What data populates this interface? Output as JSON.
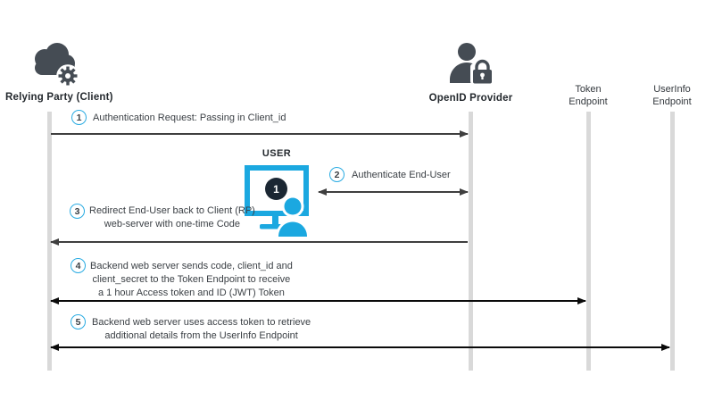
{
  "diagram": {
    "type": "sequence-diagram",
    "topic": "OpenID Connect authentication flow",
    "actors": [
      {
        "name": "Relying Party (Client)",
        "icon": "cloud-gear-icon"
      },
      {
        "name": "OpenID Provider",
        "icon": "user-lock-icon"
      },
      {
        "name": "Token\nEndpoint",
        "icon": null
      },
      {
        "name": "UserInfo\nEndpoint",
        "icon": null
      }
    ],
    "user": {
      "label": "USER",
      "icon": "monitor-user-icon",
      "badge": "1"
    },
    "steps": [
      {
        "num": "1",
        "label": "Authentication Request: Passing in Client_id",
        "from": "Relying Party (Client)",
        "to": "OpenID Provider",
        "direction": "right"
      },
      {
        "num": "2",
        "label": "Authenticate End-User",
        "from": "USER",
        "to": "OpenID Provider",
        "direction": "both"
      },
      {
        "num": "3",
        "label": "Redirect End-User back to Client (RP)\nweb-server with one-time Code",
        "from": "OpenID Provider",
        "to": "Relying Party (Client)",
        "direction": "left"
      },
      {
        "num": "4",
        "label": "Backend web server sends code, client_id and\nclient_secret to the Token Endpoint to receive\na 1 hour Access token and ID (JWT) Token",
        "from": "Relying Party (Client)",
        "to": "Token Endpoint",
        "direction": "both"
      },
      {
        "num": "5",
        "label": "Backend web server uses access token to retrieve\nadditional details from the UserInfo Endpoint",
        "from": "Relying Party (Client)",
        "to": "UserInfo Endpoint",
        "direction": "both"
      }
    ],
    "colors": {
      "accent_cyan": "#29abe2",
      "monitor_cyan": "#1ba8e0",
      "icon_gray": "#454c54",
      "badge_navy": "#1b2733",
      "lifeline_gray": "#d9d9d9",
      "arrow_dark": "#3f3f3f",
      "arrow_black": "#0a0a0a"
    }
  }
}
